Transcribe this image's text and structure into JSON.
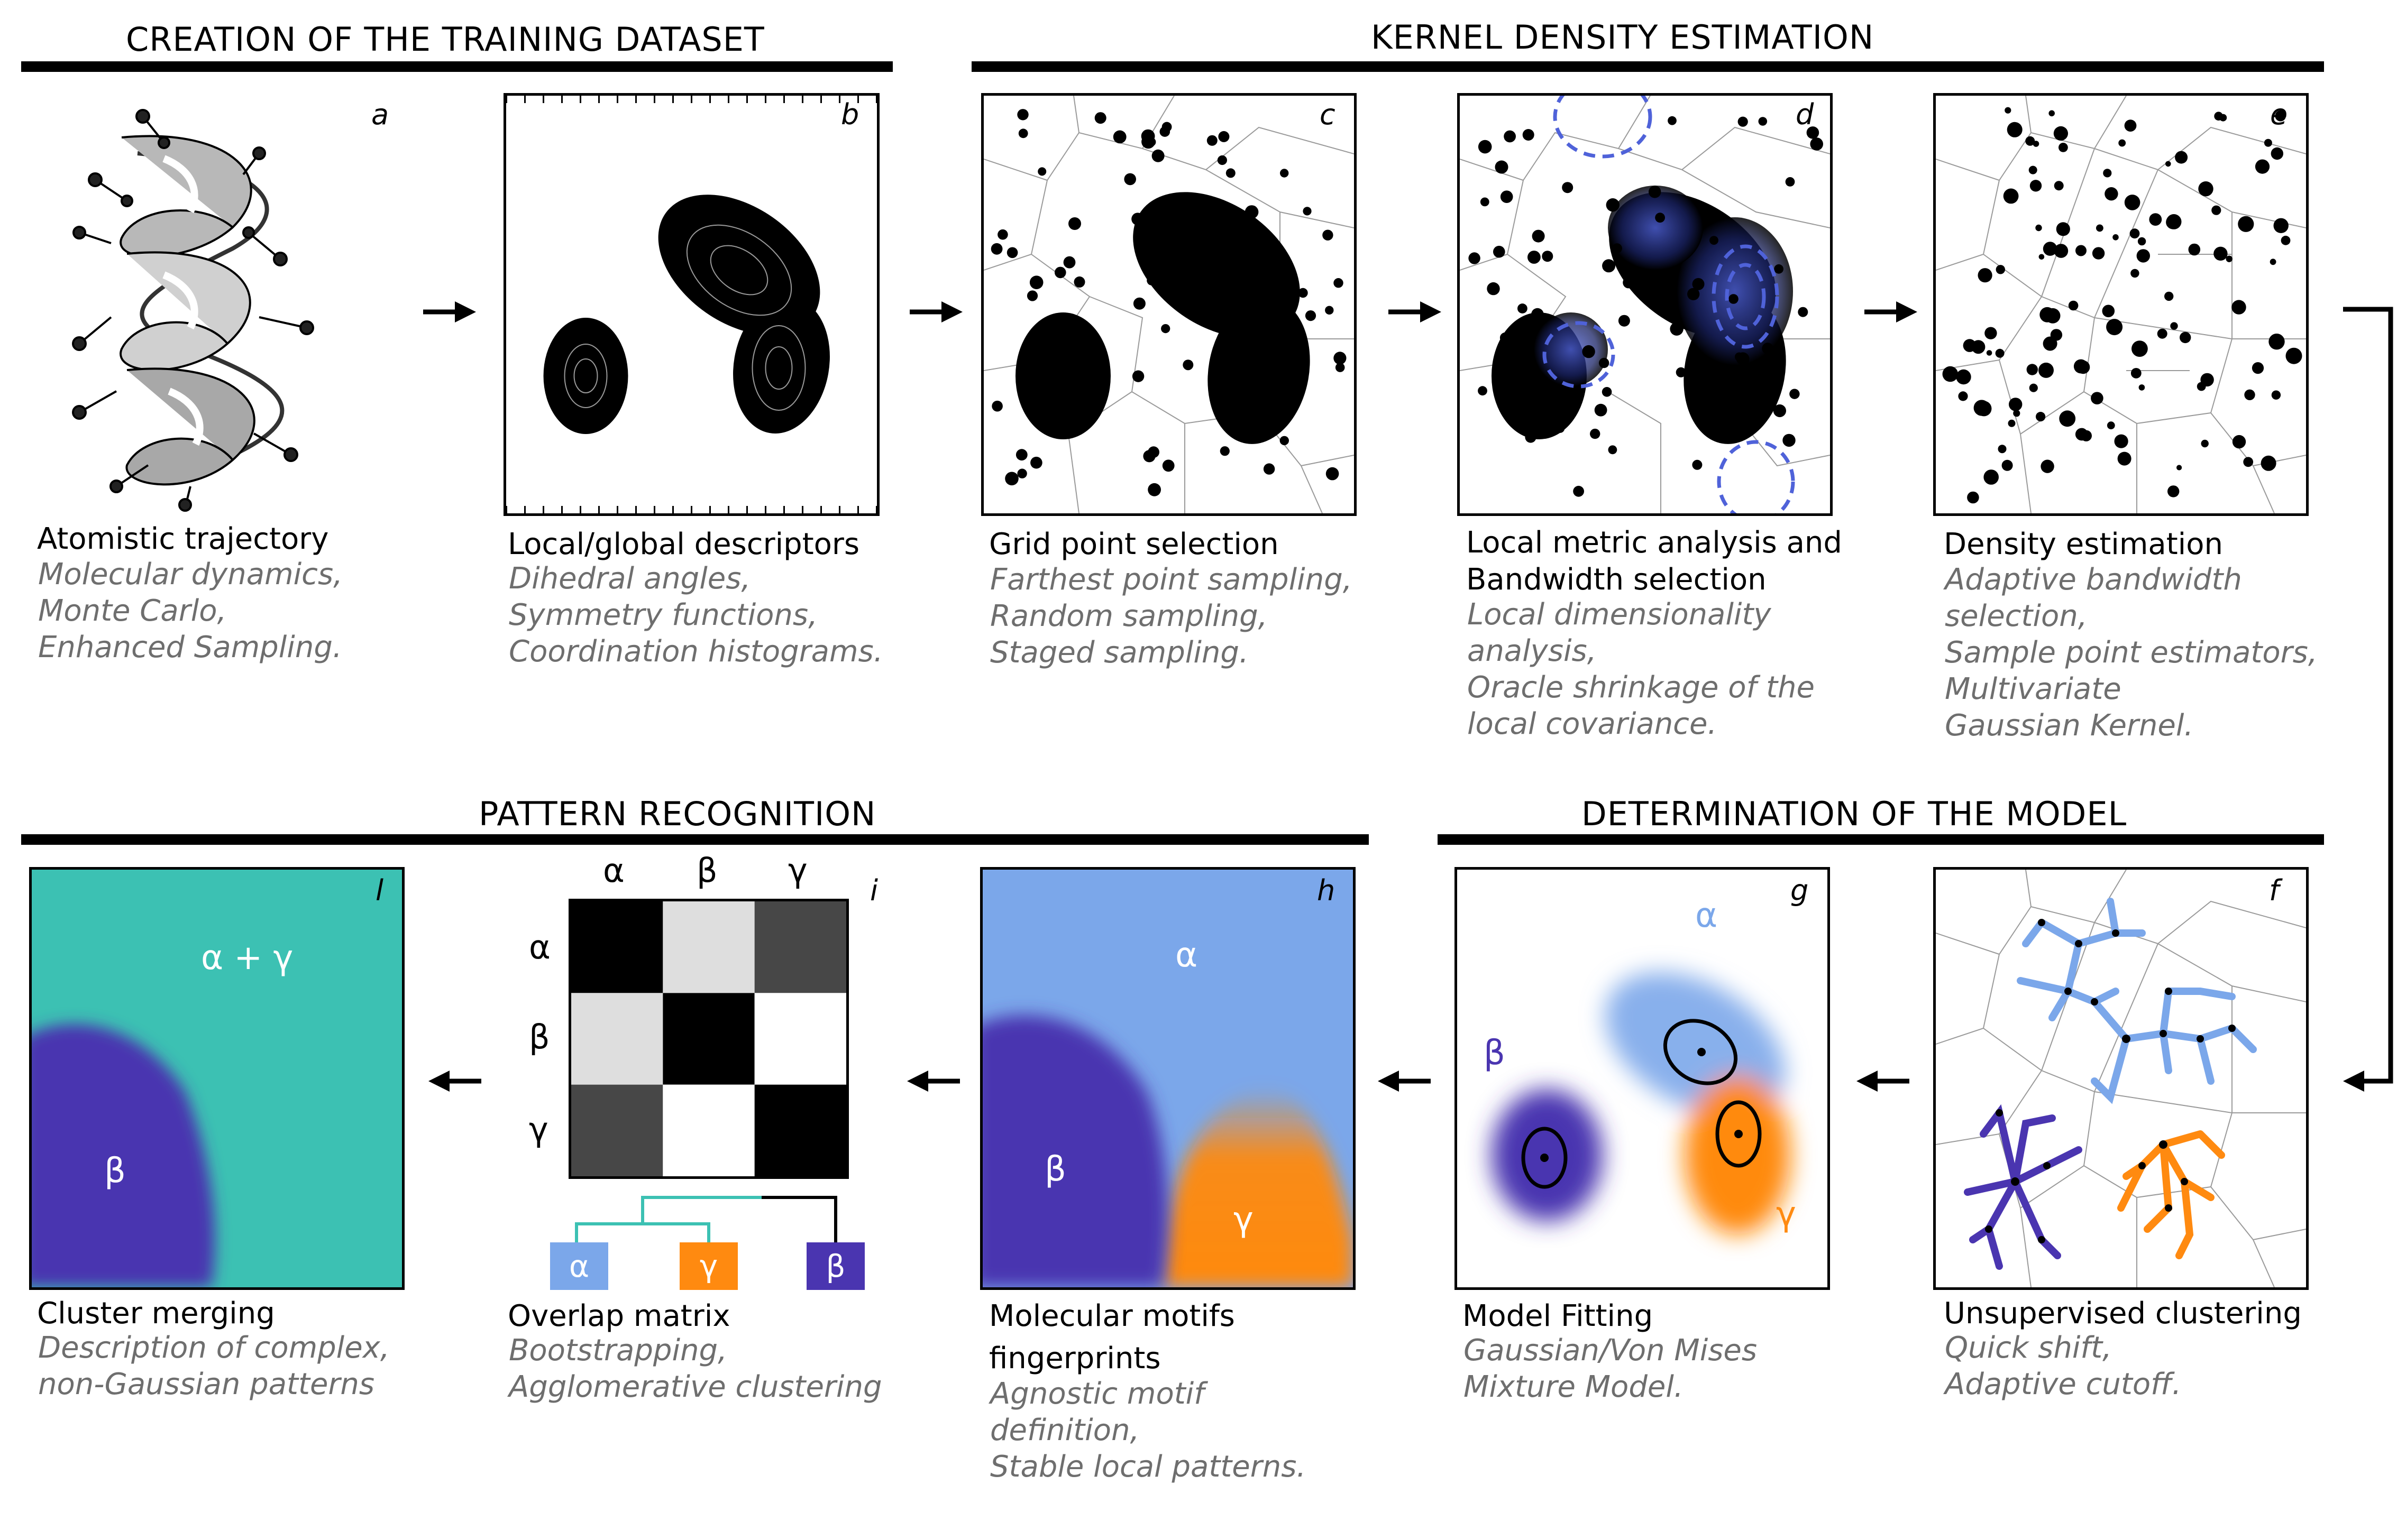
{
  "sections": {
    "creation": "CREATION OF THE TRAINING DATASET",
    "kde": "KERNEL DENSITY ESTIMATION",
    "pattern": "PATTERN RECOGNITION",
    "model": "DETERMINATION OF THE MODEL"
  },
  "panels": {
    "a": {
      "label": "a",
      "title": [
        "Atomistic trajectory"
      ],
      "body": [
        "Molecular dynamics,",
        "Monte Carlo,",
        "Enhanced Sampling."
      ]
    },
    "b": {
      "label": "b",
      "title": [
        "Local/global descriptors"
      ],
      "body": [
        "Dihedral angles,",
        "Symmetry functions,",
        "Coordination histograms."
      ]
    },
    "c": {
      "label": "c",
      "title": [
        "Grid point selection"
      ],
      "body": [
        "Farthest point sampling,",
        "Random sampling,",
        "Staged sampling."
      ]
    },
    "d": {
      "label": "d",
      "title": [
        "Local metric analysis and",
        "Bandwidth selection"
      ],
      "body": [
        "Local dimensionality",
        "analysis,",
        "Oracle shrinkage of the",
        "local covariance."
      ]
    },
    "e": {
      "label": "e",
      "title": [
        "Density estimation"
      ],
      "body": [
        "Adaptive bandwidth",
        "selection,",
        "Sample point estimators,",
        "Multivariate",
        "Gaussian Kernel."
      ]
    },
    "f": {
      "label": "f",
      "title": [
        "Unsupervised clustering"
      ],
      "body": [
        "Quick shift,",
        "Adaptive cutoff."
      ]
    },
    "g": {
      "label": "g",
      "title": [
        "Model Fitting"
      ],
      "body": [
        "Gaussian/Von Mises",
        "Mixture Model."
      ],
      "labels": {
        "alpha": "α",
        "beta": "β",
        "gamma": "γ"
      }
    },
    "h": {
      "label": "h",
      "title": [
        "Molecular motifs",
        "fingerprints"
      ],
      "body": [
        "Agnostic motif",
        "definition,",
        "Stable local patterns."
      ],
      "labels": {
        "alpha": "α",
        "beta": "β",
        "gamma": "γ"
      }
    },
    "i": {
      "label": "i",
      "title": [
        "Overlap matrix"
      ],
      "body": [
        "Bootstrapping,",
        "Agglomerative clustering"
      ],
      "col_labels": [
        "α",
        "β",
        "γ"
      ],
      "row_labels": [
        "α",
        "β",
        "γ"
      ],
      "leaf_labels": [
        "α",
        "γ",
        "β"
      ]
    },
    "l": {
      "label": "l",
      "title": [
        "Cluster merging"
      ],
      "body": [
        "Description of complex,",
        "non-Gaussian patterns"
      ],
      "labels": {
        "merged": "α + γ",
        "beta": "β"
      }
    }
  },
  "overlap_matrix": [
    [
      1.0,
      0.13,
      0.72
    ],
    [
      0.13,
      1.0,
      0.0
    ],
    [
      0.72,
      0.0,
      1.0
    ]
  ],
  "colors": {
    "alpha": "#7ba7ea",
    "beta": "#4a35b0",
    "gamma": "#ff8a10",
    "merged": "#3cc1b3",
    "overlap_alpha_beta": "#dcdcdc",
    "overlap_alpha_gamma": "#4a4242",
    "kde_blue": "#4f62d9",
    "voronoi_gray": "#9a9a9a"
  }
}
